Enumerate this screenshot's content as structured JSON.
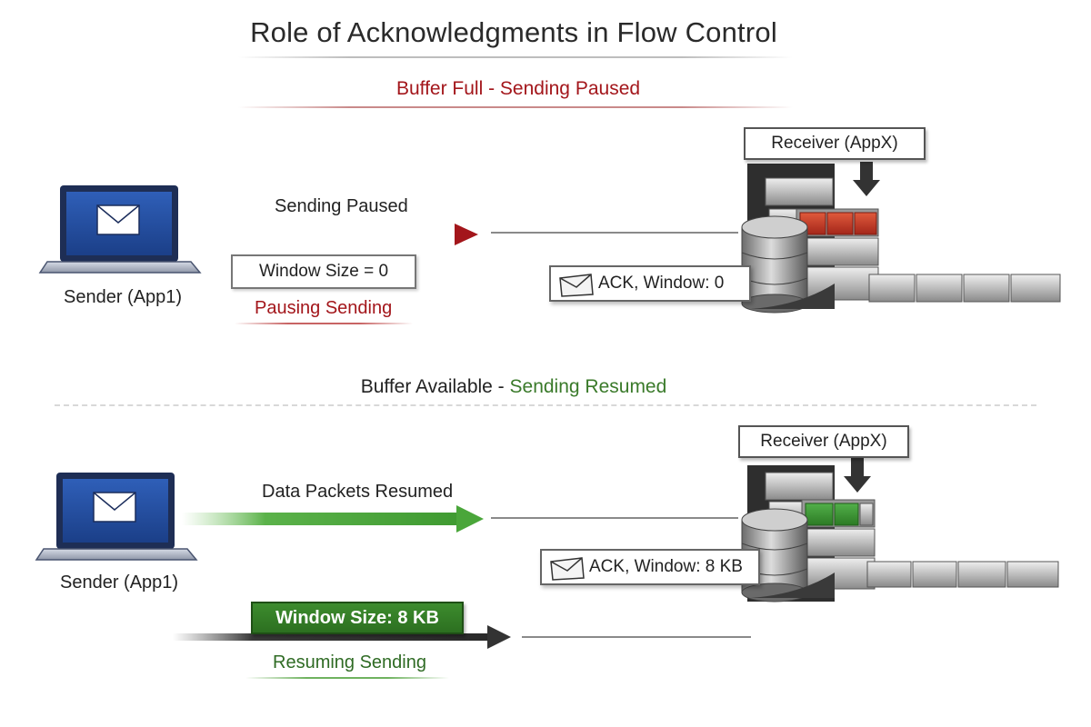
{
  "title": "Role of Acknowledgments in Flow Control",
  "top_section": {
    "heading": "Buffer Full - Sending Paused",
    "sender_label": "Sender (App1)",
    "arrow_label": "Sending Paused",
    "window_box": "Window Size = 0",
    "status_label": "Pausing Sending",
    "receiver_label": "Receiver (AppX)",
    "ack_label": "ACK, Window: 0",
    "accent_color": "#a3161b"
  },
  "bottom_section": {
    "heading_part1": "Buffer Available - ",
    "heading_part2": "Sending Resumed",
    "sender_label": "Sender (App1)",
    "arrow_label": "Data Packets Resumed",
    "window_box": "Window Size: 8 KB",
    "status_label": "Resuming Sending",
    "receiver_label": "Receiver (AppX)",
    "ack_label": "ACK, Window: 8 KB",
    "accent_color": "#3a7a2a"
  },
  "icons": [
    "laptop-icon",
    "envelope-icon",
    "server-stack-icon",
    "database-icon",
    "down-arrow-icon"
  ]
}
